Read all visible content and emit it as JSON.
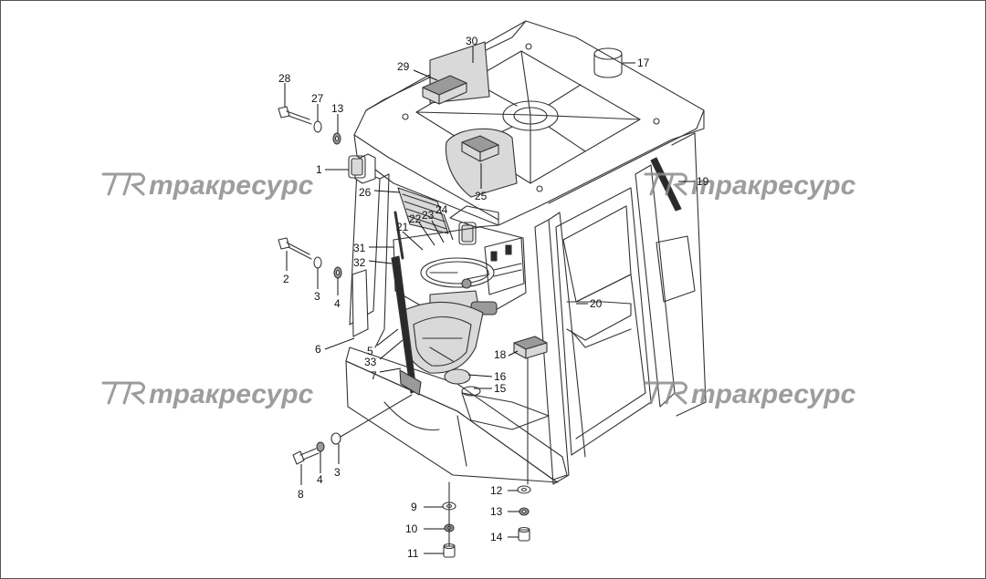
{
  "watermark": {
    "text": "тракресурс",
    "logo_letters": "TR"
  },
  "callouts": {
    "c1": "1",
    "c2": "2",
    "c3a": "3",
    "c3b": "3",
    "c4a": "4",
    "c4b": "4",
    "c5": "5",
    "c6": "6",
    "c7": "7",
    "c8": "8",
    "c9": "9",
    "c10": "10",
    "c11": "11",
    "c12": "12",
    "c13a": "13",
    "c13b": "13",
    "c14": "14",
    "c15": "15",
    "c16": "16",
    "c17": "17",
    "c18": "18",
    "c19": "19",
    "c20": "20",
    "c21": "21",
    "c22": "22",
    "c23": "23",
    "c24": "24",
    "c25": "25",
    "c26": "26",
    "c27": "27",
    "c28": "28",
    "c29": "29",
    "c30": "30",
    "c31": "31",
    "c32": "32",
    "c33": "33"
  }
}
